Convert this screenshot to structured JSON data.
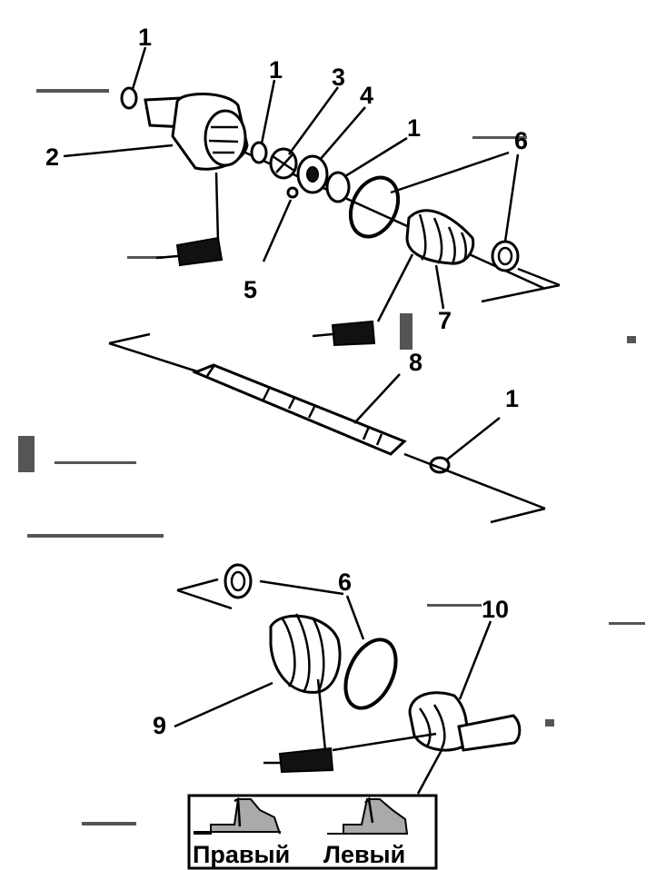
{
  "callouts": [
    {
      "id": "c1a",
      "label": "1"
    },
    {
      "id": "c2",
      "label": "2"
    },
    {
      "id": "c1b",
      "label": "1"
    },
    {
      "id": "c3",
      "label": "3"
    },
    {
      "id": "c4",
      "label": "4"
    },
    {
      "id": "c1c",
      "label": "1"
    },
    {
      "id": "c5",
      "label": "5"
    },
    {
      "id": "c6a",
      "label": "6"
    },
    {
      "id": "c7",
      "label": "7"
    },
    {
      "id": "c8",
      "label": "8"
    },
    {
      "id": "c1d",
      "label": "1"
    },
    {
      "id": "c6b",
      "label": "6"
    },
    {
      "id": "c10",
      "label": "10"
    },
    {
      "id": "c9",
      "label": "9"
    }
  ],
  "legend": {
    "right_label": "Правый",
    "left_label": "Левый"
  }
}
